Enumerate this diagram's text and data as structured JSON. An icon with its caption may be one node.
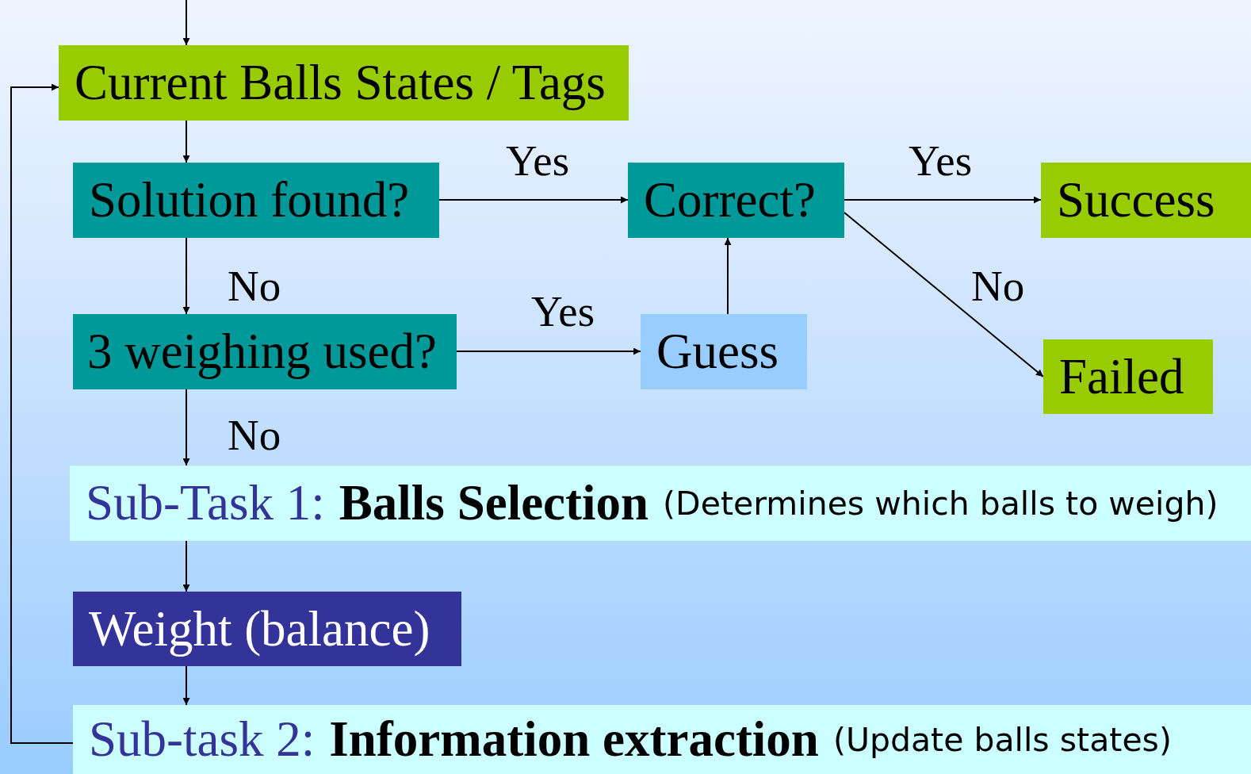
{
  "diagram": {
    "nodes": [
      {
        "text": [
          "Current Balls States / Tags"
        ]
      },
      {
        "text": [
          "Solution found?"
        ]
      },
      {
        "text": [
          "Correct?"
        ]
      },
      {
        "text": [
          "Success"
        ]
      },
      {
        "text": [
          "3 weighing used?"
        ]
      },
      {
        "text": [
          "Guess"
        ]
      },
      {
        "text": [
          "Failed"
        ]
      },
      {
        "text": [
          "Sub-Task 1:",
          "Balls Selection",
          "(Determines which balls to weigh)"
        ]
      },
      {
        "text": [
          "Weight (balance)"
        ]
      },
      {
        "text": [
          "Sub-task 2:",
          "Information extraction",
          "(Update balls states)"
        ]
      }
    ],
    "edges": [
      {
        "from": null,
        "to": 0,
        "arrow": "to"
      },
      {
        "from": 0,
        "to": 1,
        "arrow": "to"
      },
      {
        "from": 1,
        "to": 2,
        "arrow": "to",
        "label": "Yes"
      },
      {
        "from": 2,
        "to": 3,
        "arrow": "to",
        "label": "Yes"
      },
      {
        "from": 2,
        "to": 6,
        "arrow": "to",
        "label": "No"
      },
      {
        "from": 1,
        "to": 4,
        "arrow": "to",
        "label": "No"
      },
      {
        "from": 4,
        "to": 5,
        "arrow": "to",
        "label": "Yes"
      },
      {
        "from": 5,
        "to": 2,
        "arrow": "to"
      },
      {
        "from": 4,
        "to": 7,
        "arrow": "to",
        "label": "No"
      },
      {
        "from": 7,
        "to": 8,
        "arrow": "to"
      },
      {
        "from": 8,
        "to": 9,
        "arrow": "to"
      },
      {
        "from": 9,
        "to": 0,
        "arrow": "to"
      }
    ]
  }
}
